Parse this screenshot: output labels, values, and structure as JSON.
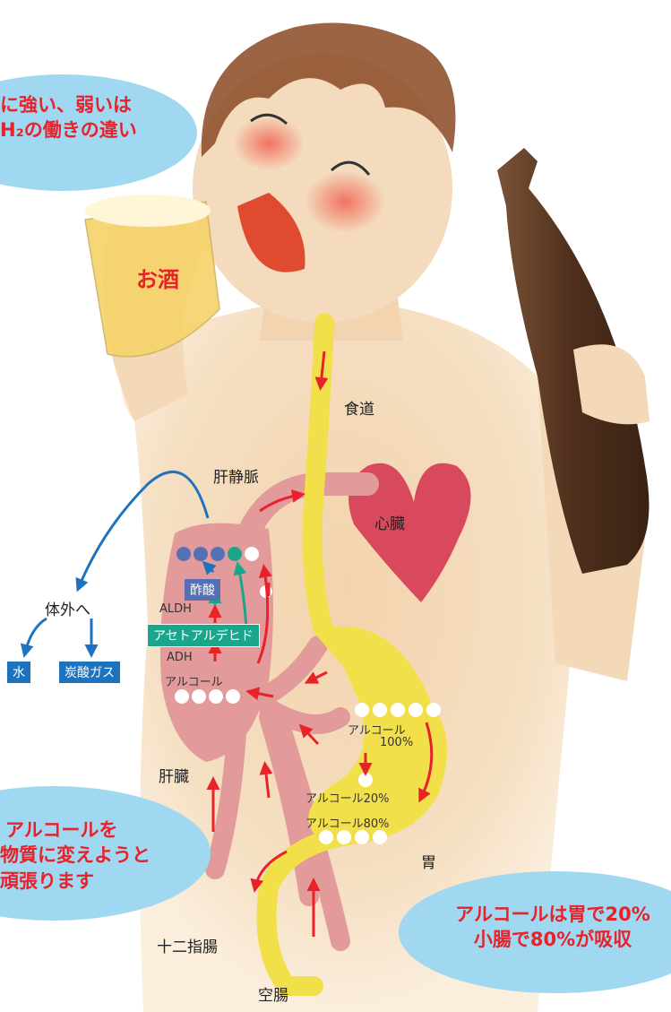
{
  "bubbles": {
    "top_left": [
      "に強い、弱いは",
      "H₂の働きの違い"
    ],
    "bottom_left": [
      "アルコールを",
      "物質に変えようと",
      "頑張ります"
    ],
    "bottom_right": [
      "アルコールは胃で20%",
      "小腸で80%が吸収"
    ]
  },
  "drink_label": "お酒",
  "organs": {
    "esophagus": "食道",
    "hepatic_vein": "肝静脈",
    "heart": "心臓",
    "liver": "肝臓",
    "stomach": "胃",
    "duodenum": "十二指腸",
    "jejunum": "空腸"
  },
  "metabolism": {
    "out_of_body": "体外へ",
    "water": "水",
    "co2": "炭酸ガス",
    "acetic_acid": "酢酸",
    "aldh": "ALDH",
    "acetaldehyde": "アセトアルデヒド",
    "adh": "ADH",
    "alcohol": "アルコール"
  },
  "stomach_labels": {
    "alcohol_100_line1": "アルコール",
    "alcohol_100_line2": "100%",
    "alcohol_20": "アルコール20%",
    "alcohol_80": "アルコール80%"
  },
  "colors": {
    "bubble": "#9fd8f0",
    "red_text": "#e8222a",
    "skin": "#f6e3c8",
    "organ_pink": "#e29a9a",
    "gut_yellow": "#f2e04a",
    "heart": "#d9495e",
    "box_blue": "#1e73be",
    "box_purple": "#5570b5",
    "box_teal": "#1aa68a",
    "hair": "#8a4a24",
    "bottle": "#5a3a24",
    "beer": "#f6d36a",
    "arrow_red": "#e8222a",
    "arrow_blue": "#1e73be"
  }
}
